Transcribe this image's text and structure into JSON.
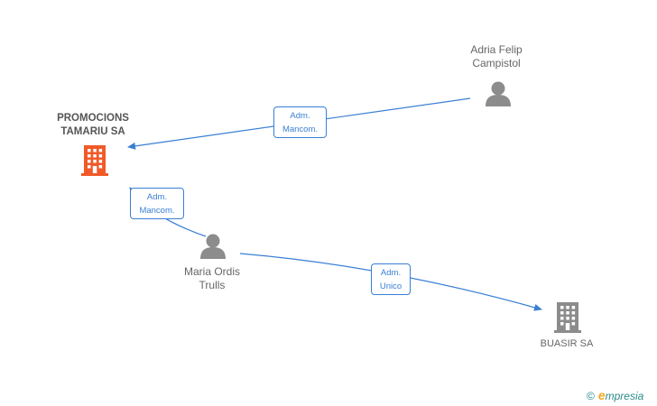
{
  "nodes": {
    "adria": {
      "line1": "Adria Felip",
      "line2": "Campistol"
    },
    "promocions": {
      "line1": "PROMOCIONS",
      "line2": "TAMARIU SA"
    },
    "maria": {
      "line1": "Maria Ordis",
      "line2": "Trulls"
    },
    "buasir": {
      "line1": "BUASIR SA"
    }
  },
  "edges": {
    "adria_promocions": {
      "line1": "Adm.",
      "line2": "Mancom."
    },
    "maria_promocions": {
      "line1": "Adm.",
      "line2": "Mancom."
    },
    "maria_buasir": {
      "line1": "Adm.",
      "line2": "Unico"
    }
  },
  "colors": {
    "edge": "#3a7fd5",
    "person_icon": "#8c8c8c",
    "company_main": "#f05a28",
    "company_other": "#8c8c8c"
  },
  "watermark": {
    "symbol": "©",
    "brand_initial": "e",
    "brand_rest": "mpresia"
  }
}
